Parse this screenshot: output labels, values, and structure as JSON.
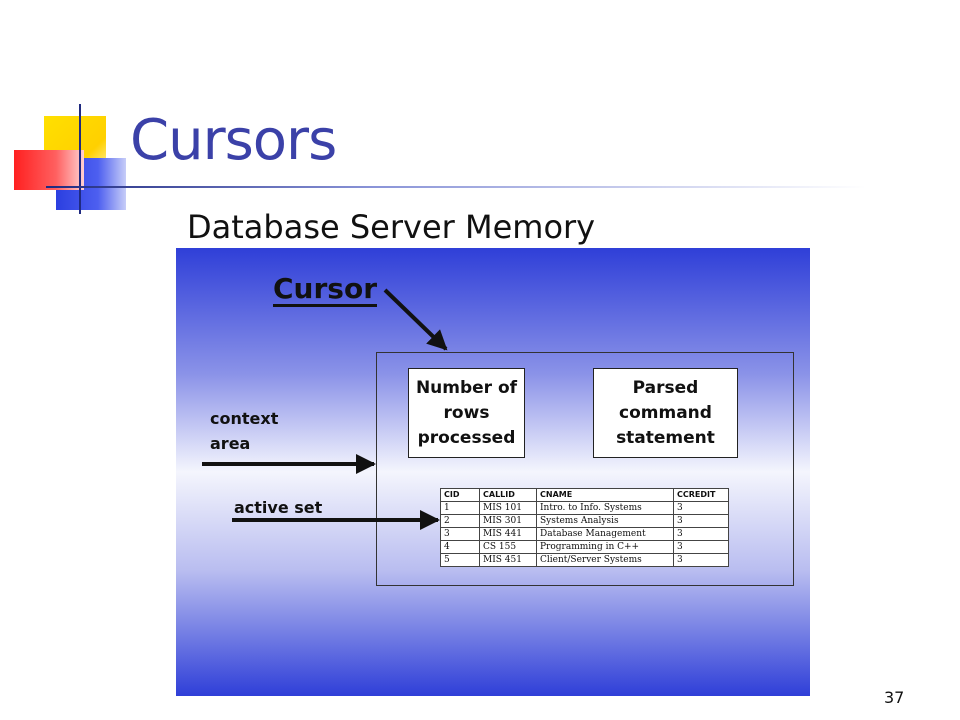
{
  "slide": {
    "title": "Cursors",
    "subtitle": "Database Server Memory",
    "page_number": "37"
  },
  "diagram": {
    "cursor_label": "Cursor",
    "rows_box": "Number of\nrows\nprocessed",
    "parsed_box": "Parsed\ncommand\nstatement",
    "context_area_label": "context\narea",
    "active_set_label": "active set"
  },
  "active_set_table": {
    "headers": [
      "CID",
      "CALLID",
      "CNAME",
      "CCREDIT"
    ],
    "rows": [
      [
        "1",
        "MIS 101",
        "Intro. to Info. Systems",
        "3"
      ],
      [
        "2",
        "MIS 301",
        "Systems Analysis",
        "3"
      ],
      [
        "3",
        "MIS 441",
        "Database Management",
        "3"
      ],
      [
        "4",
        "CS 155",
        "Programming in C++",
        "3"
      ],
      [
        "5",
        "MIS 451",
        "Client/Server Systems",
        "3"
      ]
    ]
  },
  "colors": {
    "title": "#3b41a8",
    "memory_gradient_edge": "#2f3fd8",
    "memory_gradient_center": "#f4f5fd"
  }
}
